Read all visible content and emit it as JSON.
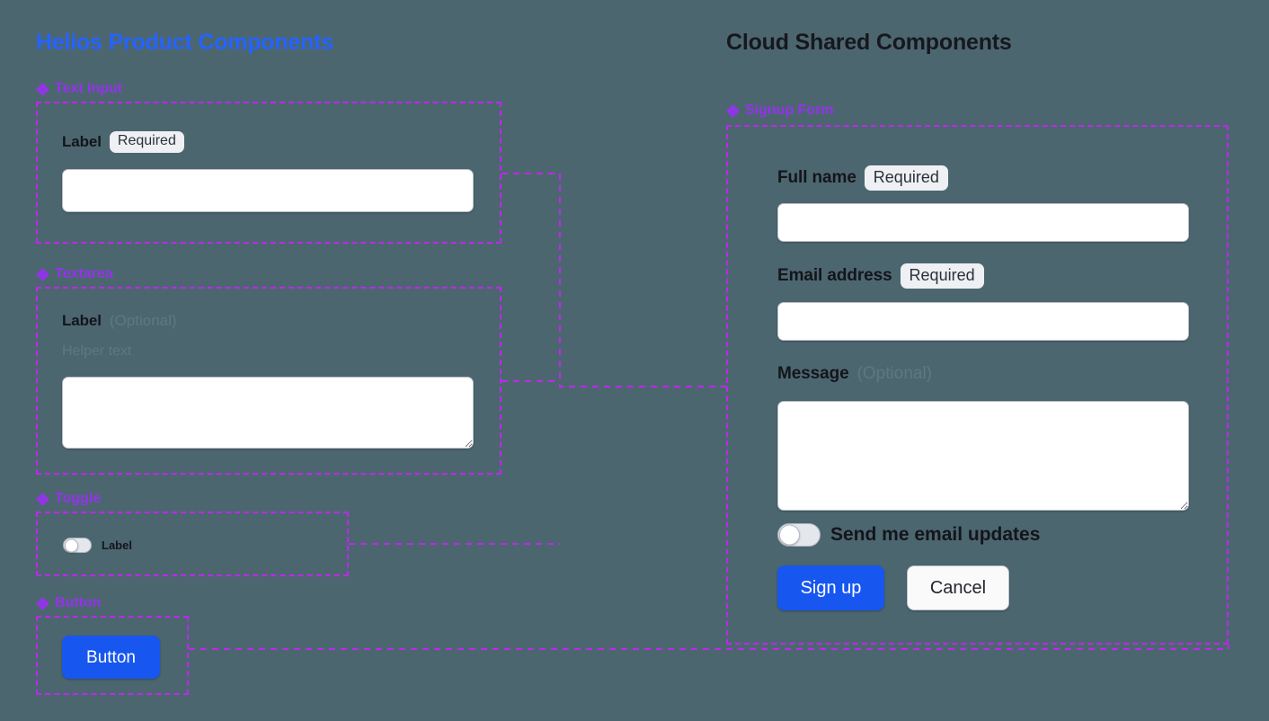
{
  "background_color": "#4c6670",
  "accent_colors": {
    "left_title": "#2563ff",
    "right_title": "#16181d",
    "section_label": "#9333ea",
    "dashed_border": "#c026f0",
    "primary_button": "#1757f0",
    "badge_bg": "#eef0f3",
    "muted_text": "#5f7780"
  },
  "left_panel": {
    "title": "Helios Product Components",
    "sections": [
      {
        "icon": "components-diamond-icon",
        "label": "Text Input",
        "field": {
          "label": "Label",
          "badge": "Required",
          "input_value": "",
          "input_placeholder": ""
        }
      },
      {
        "icon": "components-diamond-icon",
        "label": "Textarea",
        "field": {
          "label": "Label",
          "optional": "(Optional)",
          "helper": "Helper text",
          "textarea_value": "",
          "textarea_placeholder": ""
        }
      },
      {
        "icon": "components-diamond-icon",
        "label": "Toggle",
        "field": {
          "toggle_label": "Label",
          "toggle_state": "off"
        }
      },
      {
        "icon": "components-diamond-icon",
        "label": "Button",
        "field": {
          "button_label": "Button"
        }
      }
    ]
  },
  "right_panel": {
    "title": "Cloud Shared Components",
    "section": {
      "icon": "components-diamond-icon",
      "label": "Signup Form"
    },
    "form": {
      "fields": [
        {
          "label": "Full name",
          "badge": "Required",
          "type": "text",
          "value": "",
          "placeholder": ""
        },
        {
          "label": "Email address",
          "badge": "Required",
          "type": "email",
          "value": "",
          "placeholder": ""
        },
        {
          "label": "Message",
          "optional": "(Optional)",
          "type": "textarea",
          "value": "",
          "placeholder": ""
        }
      ],
      "toggle": {
        "label": "Send me email updates",
        "state": "off"
      },
      "buttons": {
        "primary": "Sign up",
        "secondary": "Cancel"
      }
    }
  }
}
